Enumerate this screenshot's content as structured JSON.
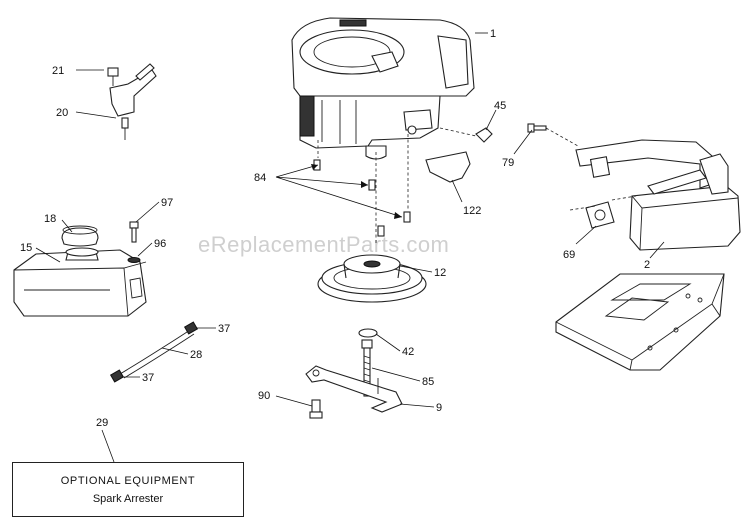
{
  "watermark": "eReplacementParts.com",
  "callouts": {
    "p1": "1",
    "p21": "21",
    "p20": "20",
    "p45": "45",
    "p79": "79",
    "p84": "84",
    "p122": "122",
    "p97": "97",
    "p18": "18",
    "p15": "15",
    "p96": "96",
    "p69": "69",
    "p2": "2",
    "p12": "12",
    "p37a": "37",
    "p28": "28",
    "p37b": "37",
    "p42": "42",
    "p85": "85",
    "p90": "90",
    "p9": "9",
    "p29": "29"
  },
  "optional_box": {
    "title": "OPTIONAL EQUIPMENT",
    "subtitle": "Spark Arrester"
  }
}
